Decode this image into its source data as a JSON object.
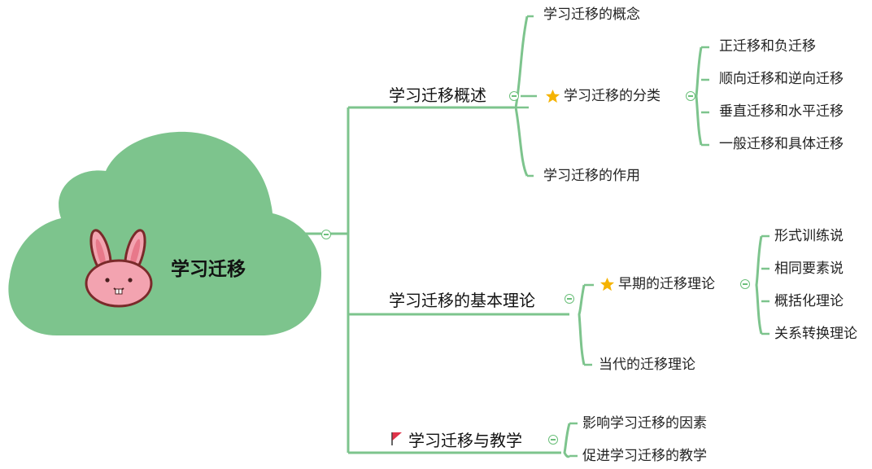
{
  "root": {
    "label": "学习迁移"
  },
  "branches": [
    {
      "label": "学习迁移概述",
      "children": [
        {
          "label": "学习迁移的概念"
        },
        {
          "label": "学习迁移的分类",
          "marker": "star-icon",
          "children": [
            "正迁移和负迁移",
            "顺向迁移和逆向迁移",
            "垂直迁移和水平迁移",
            "一般迁移和具体迁移"
          ]
        },
        {
          "label": "学习迁移的作用"
        }
      ]
    },
    {
      "label": "学习迁移的基本理论",
      "children": [
        {
          "label": "早期的迁移理论",
          "marker": "star-icon",
          "children": [
            "形式训练说",
            "相同要素说",
            "概括化理论",
            "关系转换理论"
          ]
        },
        {
          "label": "当代的迁移理论"
        }
      ]
    },
    {
      "label": "学习迁移与教学",
      "marker": "flag-icon",
      "children": [
        {
          "label": "影响学习迁移的因素"
        },
        {
          "label": "促进学习迁移的教学"
        }
      ]
    }
  ],
  "colors": {
    "cloud": "#7dc48d",
    "branch": "#7dc48d",
    "rabbit_face": "#f3a3b0",
    "star": "#f5b301",
    "flag": "#e0334a"
  }
}
